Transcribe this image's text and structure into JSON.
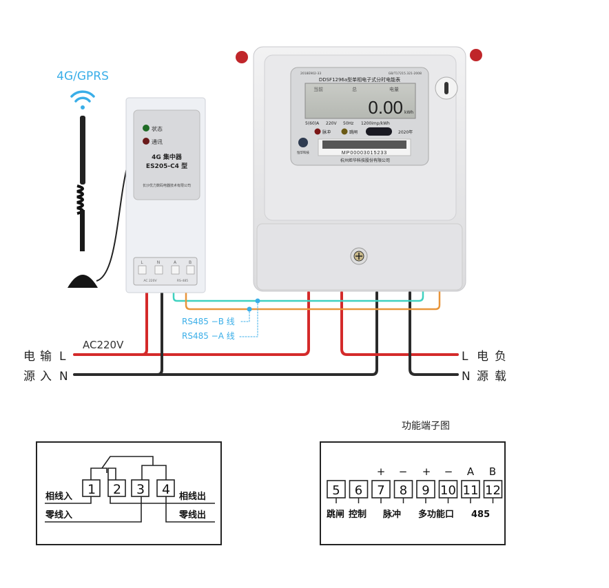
{
  "antenna": {
    "label": "4G/GPRS"
  },
  "concentrator": {
    "led_status": "状态",
    "led_comm": "通讯",
    "title": "4G 集中器",
    "model": "ES205-C4 型",
    "maker": "长沙优力数码电器技术有限公司",
    "terminal_labels": [
      "L",
      "N",
      "A",
      "B"
    ],
    "terminal_sub": [
      "AC 220V",
      "RS-485"
    ]
  },
  "meter": {
    "cert": "2018E902-33",
    "standard": "GB/T17215.321-2008",
    "title": "DDSF1296a型单相电子式分时电能表",
    "lcd_left": "当前",
    "lcd_mid": "总",
    "lcd_right": "电量",
    "reading": "0.00",
    "unit": "kWh",
    "spec_current": "5(60)A",
    "spec_voltage": "220V",
    "spec_freq": "50Hz",
    "spec_const": "1200imp/kWh",
    "led_pulse": "脉冲",
    "led_trip": "跳闸",
    "year": "2020年",
    "brand": "恒华科技",
    "serial": "MP00003015233",
    "company": "杭州炬华科技股份有限公司"
  },
  "wiring": {
    "rs485_b": "RS485 −B 线",
    "rs485_a": "RS485 −A 线",
    "voltage": "AC220V",
    "source_top": [
      "电",
      "输",
      "L"
    ],
    "source_bottom": [
      "源",
      "入",
      "N"
    ],
    "load_top": [
      "L",
      "电",
      "负"
    ],
    "load_bottom": [
      "N",
      "源",
      "载"
    ],
    "colors": {
      "live": "#d42a2a",
      "neutral": "#2b2b2b",
      "rs485_a": "#3fd1c0",
      "rs485_b": "#e8953a",
      "annot": "#3aaee8"
    }
  },
  "power_diagram": {
    "terminals": [
      "1",
      "2",
      "3",
      "4"
    ],
    "phase_in": "相线入",
    "neutral_in": "零线入",
    "phase_out": "相线出",
    "neutral_out": "零线出"
  },
  "function_diagram": {
    "title": "功能端子图",
    "terminals": [
      "5",
      "6",
      "7",
      "8",
      "9",
      "10",
      "11",
      "12"
    ],
    "polarity": [
      "+",
      "−",
      "+",
      "−",
      "A",
      "B"
    ],
    "groups": [
      "跳闸",
      "控制",
      "脉冲",
      "多功能口",
      "485"
    ]
  }
}
